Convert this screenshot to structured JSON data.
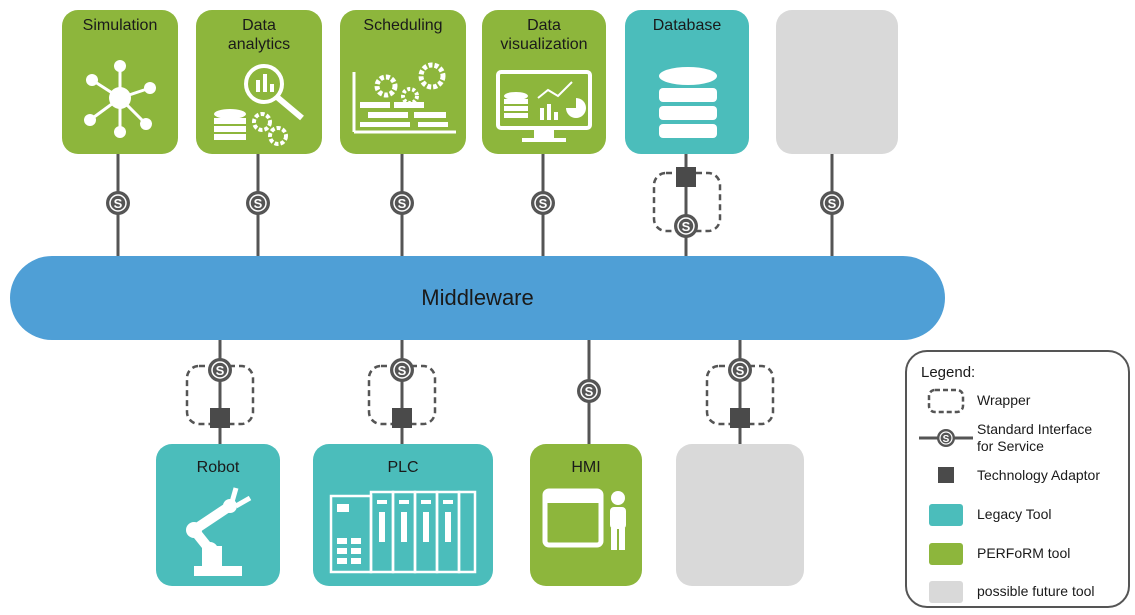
{
  "tools_top": [
    {
      "label": "Simulation",
      "kind": "perform",
      "icon": "network-hub-icon"
    },
    {
      "label": "Data\nanalytics",
      "kind": "perform",
      "icon": "data-analytics-icon"
    },
    {
      "label": "Scheduling",
      "kind": "perform",
      "icon": "scheduling-gears-icon"
    },
    {
      "label": "Data\nvisualization",
      "kind": "perform",
      "icon": "dashboard-monitor-icon"
    },
    {
      "label": "Database",
      "kind": "legacy",
      "icon": "database-icon"
    },
    {
      "label": "",
      "kind": "future",
      "icon": ""
    }
  ],
  "tools_bottom": [
    {
      "label": "Robot",
      "kind": "legacy",
      "icon": "robot-arm-icon"
    },
    {
      "label": "PLC",
      "kind": "legacy",
      "icon": "plc-rack-icon"
    },
    {
      "label": "HMI",
      "kind": "perform",
      "icon": "hmi-screen-person-icon"
    },
    {
      "label": "",
      "kind": "future",
      "icon": ""
    }
  ],
  "middleware": {
    "label": "Middleware",
    "color": "#4f9fd6"
  },
  "interface_symbol": "S",
  "legend": {
    "title": "Legend:",
    "items": [
      {
        "label": "Wrapper",
        "symbol": "wrapper-dashed-icon"
      },
      {
        "label": "Standard Interface\nfor Service",
        "symbol": "standard-interface-icon"
      },
      {
        "label": "Technology Adaptor",
        "symbol": "technology-adaptor-icon"
      },
      {
        "label": "Legacy Tool",
        "symbol": "legacy-tool-swatch",
        "color": "#4bbdbb"
      },
      {
        "label": "PERFoRM tool",
        "symbol": "perform-tool-swatch",
        "color": "#8db63c"
      },
      {
        "label": "possible future tool",
        "symbol": "future-tool-swatch",
        "color": "#d9d9d9"
      }
    ]
  },
  "colors": {
    "perform": "#8db63c",
    "legacy": "#4bbdbb",
    "future": "#d9d9d9",
    "connector": "#555555"
  }
}
